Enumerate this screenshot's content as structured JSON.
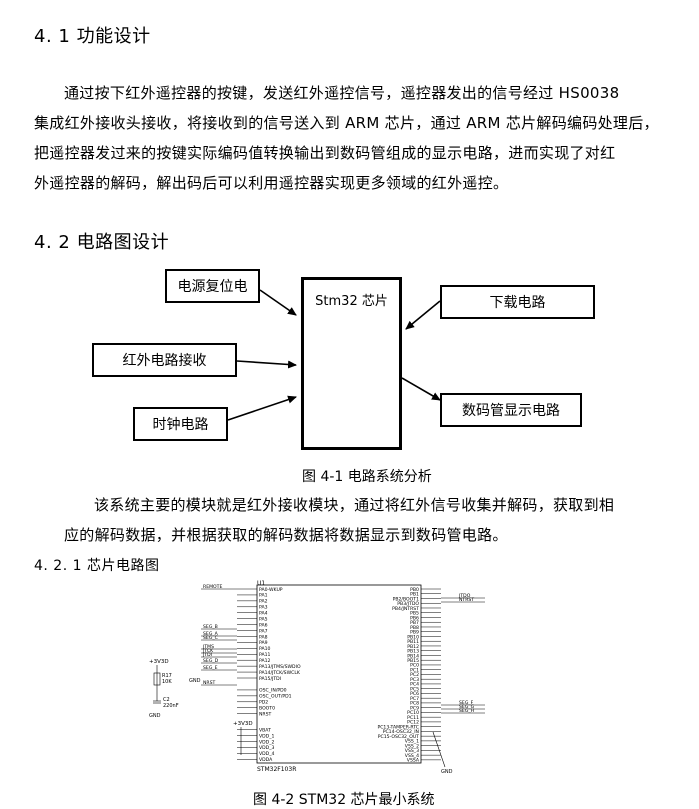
{
  "sections": {
    "s41_title": "4. 1 功能设计",
    "s41_lines": [
      "通过按下红外遥控器的按键，发送红外遥控信号，遥控器发出的信号经过 HS0038",
      "集成红外接收头接收，将接收到的信号送入到 ARM 芯片，通过 ARM 芯片解码编码处理后，",
      "把遥控器发过来的按键实际编码值转换输出到数码管组成的显示电路，进而实现了对红",
      "外遥控器的解码，解出码后可以利用遥控器实现更多领域的红外遥控。"
    ],
    "s42_title": "4. 2  电路图设计",
    "s42_lines": [
      "该系统主要的模块就是红外接收模块，通过将红外信号收集并解码，获取到相",
      "应的解码数据，并根据获取的解码数据将数据显示到数码管电路。"
    ],
    "s421_title": "4. 2. 1 芯片电路图"
  },
  "block_diagram": {
    "chip": "Stm32 芯片",
    "power_reset": "电源复位电",
    "ir_receive": "红外电路接收",
    "clock": "时钟电路",
    "download": "下载电路",
    "display": "数码管显示电路",
    "caption": "图 4-1 电路系统分析"
  },
  "schematic": {
    "caption": "图 4-2 STM32 芯片最小系统",
    "designator": "U1",
    "part": "STM32F103R",
    "left_pins": [
      "PA0-WKUP",
      "PA1",
      "PA2",
      "PA3",
      "PA4",
      "PA5",
      "PA6",
      "PA7",
      "PA8",
      "PA9",
      "PA10",
      "PA11",
      "PA12",
      "PA13/JTMS/SWDIO",
      "PA14/JTCK/SWCLK",
      "PA15/JTDI",
      "OSC_IN/PD0",
      "OSC_OUT/PD1",
      "PD2",
      "BOOT0",
      "NRST",
      "VBAT",
      "VDD_1",
      "VDD_2",
      "VDD_3",
      "VDD_4",
      "VDDA"
    ],
    "right_pins": [
      "PB0",
      "PB1",
      "PB2/BOOT1",
      "PB3/JTDO",
      "PB4/JNTRST",
      "PB5",
      "PB6",
      "PB7",
      "PB8",
      "PB9",
      "PB10",
      "PB11",
      "PB12",
      "PB13",
      "PB14",
      "PB15",
      "PC0",
      "PC1",
      "PC2",
      "PC3",
      "PC4",
      "PC5",
      "PC6",
      "PC7",
      "PC8",
      "PC9",
      "PC10",
      "PC11",
      "PC12",
      "PC13-TAMPER-RTC",
      "PC14-OSC32_IN",
      "PC15-OSC32_OUT",
      "VSS_1",
      "VSS_2",
      "VSS_3",
      "VSS_4",
      "VSSA"
    ],
    "left_nets": [
      "REMOTE",
      "SEG_B",
      "SEG_A",
      "SEG_C",
      "JTMS",
      "JTCK",
      "JTDI",
      "SEG_D",
      "SEG_E",
      "NRST"
    ],
    "right_nets": [
      "JTDO",
      "NTRST",
      "SEG_F",
      "SEG_G",
      "SEG_H"
    ],
    "power_label": "+3V3D",
    "gnd_label": "GND",
    "r_value": "10K",
    "c_value": "220nF",
    "c_label": "C2",
    "r_label": "R17"
  }
}
